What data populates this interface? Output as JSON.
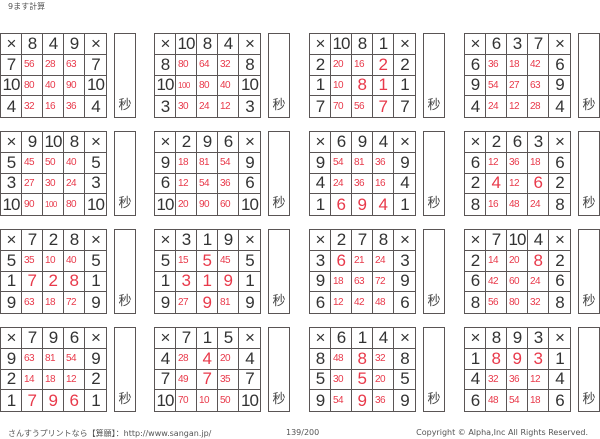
{
  "title": "9ます計算",
  "seconds_label": "秒",
  "times_symbol": "×",
  "grids": [
    {
      "cols": [
        "8",
        "4",
        "9"
      ],
      "rows": [
        {
          "n": "7",
          "a": [
            "56",
            "28",
            "63"
          ]
        },
        {
          "n": "10",
          "a": [
            "80",
            "40",
            "90"
          ]
        },
        {
          "n": "4",
          "a": [
            "32",
            "16",
            "36"
          ]
        }
      ]
    },
    {
      "cols": [
        "10",
        "8",
        "4"
      ],
      "rows": [
        {
          "n": "8",
          "a": [
            "80",
            "64",
            "32"
          ]
        },
        {
          "n": "10",
          "a": [
            "100",
            "80",
            "40"
          ]
        },
        {
          "n": "3",
          "a": [
            "30",
            "24",
            "12"
          ]
        }
      ]
    },
    {
      "cols": [
        "10",
        "8",
        "1"
      ],
      "rows": [
        {
          "n": "2",
          "a": [
            "20",
            "16",
            "2"
          ]
        },
        {
          "n": "1",
          "a": [
            "10",
            "8",
            "1"
          ]
        },
        {
          "n": "7",
          "a": [
            "70",
            "56",
            "7"
          ]
        }
      ]
    },
    {
      "cols": [
        "6",
        "3",
        "7"
      ],
      "rows": [
        {
          "n": "6",
          "a": [
            "36",
            "18",
            "42"
          ]
        },
        {
          "n": "9",
          "a": [
            "54",
            "27",
            "63"
          ]
        },
        {
          "n": "4",
          "a": [
            "24",
            "12",
            "28"
          ]
        }
      ]
    },
    {
      "cols": [
        "9",
        "10",
        "8"
      ],
      "rows": [
        {
          "n": "5",
          "a": [
            "45",
            "50",
            "40"
          ]
        },
        {
          "n": "3",
          "a": [
            "27",
            "30",
            "24"
          ]
        },
        {
          "n": "10",
          "a": [
            "90",
            "100",
            "80"
          ]
        }
      ]
    },
    {
      "cols": [
        "2",
        "9",
        "6"
      ],
      "rows": [
        {
          "n": "9",
          "a": [
            "18",
            "81",
            "54"
          ]
        },
        {
          "n": "6",
          "a": [
            "12",
            "54",
            "36"
          ]
        },
        {
          "n": "10",
          "a": [
            "20",
            "90",
            "60"
          ]
        }
      ]
    },
    {
      "cols": [
        "6",
        "9",
        "4"
      ],
      "rows": [
        {
          "n": "9",
          "a": [
            "54",
            "81",
            "36"
          ]
        },
        {
          "n": "4",
          "a": [
            "24",
            "36",
            "16"
          ]
        },
        {
          "n": "1",
          "a": [
            "6",
            "9",
            "4"
          ]
        }
      ]
    },
    {
      "cols": [
        "2",
        "6",
        "3"
      ],
      "rows": [
        {
          "n": "6",
          "a": [
            "12",
            "36",
            "18"
          ]
        },
        {
          "n": "2",
          "a": [
            "4",
            "12",
            "6"
          ]
        },
        {
          "n": "8",
          "a": [
            "16",
            "48",
            "24"
          ]
        }
      ]
    },
    {
      "cols": [
        "7",
        "2",
        "8"
      ],
      "rows": [
        {
          "n": "5",
          "a": [
            "35",
            "10",
            "40"
          ]
        },
        {
          "n": "1",
          "a": [
            "7",
            "2",
            "8"
          ]
        },
        {
          "n": "9",
          "a": [
            "63",
            "18",
            "72"
          ]
        }
      ]
    },
    {
      "cols": [
        "3",
        "1",
        "9"
      ],
      "rows": [
        {
          "n": "5",
          "a": [
            "15",
            "5",
            "45"
          ]
        },
        {
          "n": "1",
          "a": [
            "3",
            "1",
            "9"
          ]
        },
        {
          "n": "9",
          "a": [
            "27",
            "9",
            "81"
          ]
        }
      ]
    },
    {
      "cols": [
        "2",
        "7",
        "8"
      ],
      "rows": [
        {
          "n": "3",
          "a": [
            "6",
            "21",
            "24"
          ]
        },
        {
          "n": "9",
          "a": [
            "18",
            "63",
            "72"
          ]
        },
        {
          "n": "6",
          "a": [
            "12",
            "42",
            "48"
          ]
        }
      ]
    },
    {
      "cols": [
        "7",
        "10",
        "4"
      ],
      "rows": [
        {
          "n": "2",
          "a": [
            "14",
            "20",
            "8"
          ]
        },
        {
          "n": "6",
          "a": [
            "42",
            "60",
            "24"
          ]
        },
        {
          "n": "8",
          "a": [
            "56",
            "80",
            "32"
          ]
        }
      ]
    },
    {
      "cols": [
        "7",
        "9",
        "6"
      ],
      "rows": [
        {
          "n": "9",
          "a": [
            "63",
            "81",
            "54"
          ]
        },
        {
          "n": "2",
          "a": [
            "14",
            "18",
            "12"
          ]
        },
        {
          "n": "1",
          "a": [
            "7",
            "9",
            "6"
          ]
        }
      ]
    },
    {
      "cols": [
        "7",
        "1",
        "5"
      ],
      "rows": [
        {
          "n": "4",
          "a": [
            "28",
            "4",
            "20"
          ]
        },
        {
          "n": "7",
          "a": [
            "49",
            "7",
            "35"
          ]
        },
        {
          "n": "10",
          "a": [
            "70",
            "10",
            "50"
          ]
        }
      ]
    },
    {
      "cols": [
        "6",
        "1",
        "4"
      ],
      "rows": [
        {
          "n": "8",
          "a": [
            "48",
            "8",
            "32"
          ]
        },
        {
          "n": "5",
          "a": [
            "30",
            "5",
            "20"
          ]
        },
        {
          "n": "9",
          "a": [
            "54",
            "9",
            "36"
          ]
        }
      ]
    },
    {
      "cols": [
        "8",
        "9",
        "3"
      ],
      "rows": [
        {
          "n": "1",
          "a": [
            "8",
            "9",
            "3"
          ]
        },
        {
          "n": "4",
          "a": [
            "32",
            "36",
            "12"
          ]
        },
        {
          "n": "6",
          "a": [
            "48",
            "54",
            "18"
          ]
        }
      ]
    }
  ],
  "footer": {
    "site": "さんすうプリントなら【算願】：http://www.sangan.jp/",
    "page": "139/200",
    "copyright": "Copyright © Alpha,Inc All Rights Reserved."
  },
  "colors": {
    "answer": "#e8394a",
    "line": "#5a5555"
  }
}
